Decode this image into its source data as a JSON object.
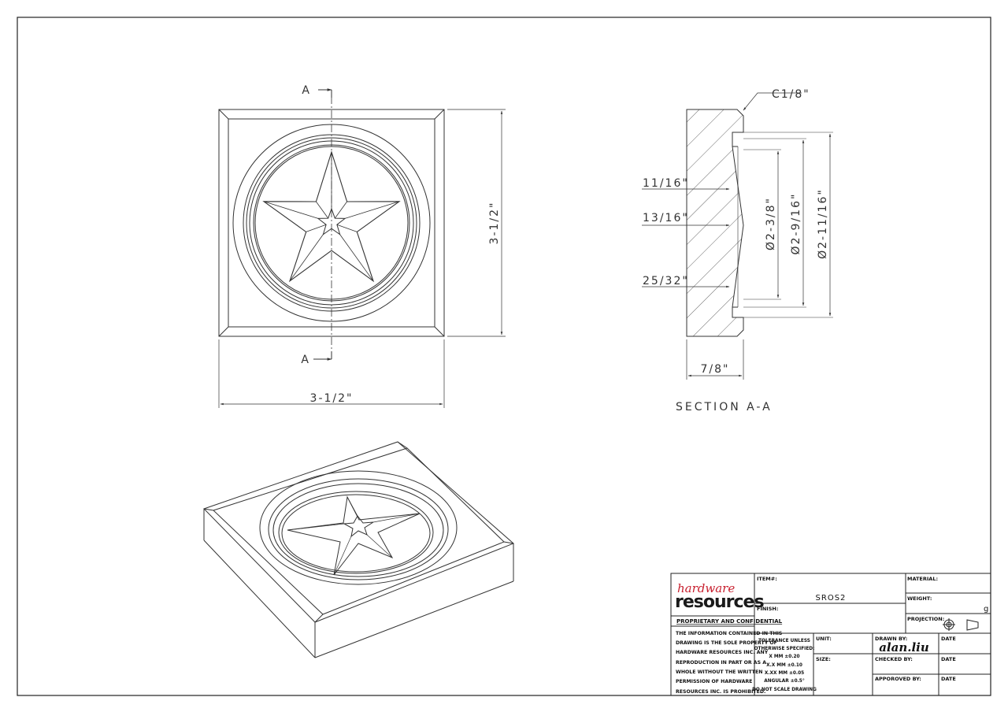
{
  "views": {
    "front": {
      "section_marker_top": "A",
      "section_marker_bottom": "A",
      "width_dim": "3-1/2\"",
      "height_dim": "3-1/2\""
    },
    "section": {
      "title": "SECTION  A-A",
      "chamfer": "C1/8\"",
      "dim_11_16": "11/16\"",
      "dim_13_16": "13/16\"",
      "dim_25_32": "25/32\"",
      "dia_inner": "Ø2-3/8\"",
      "dia_mid": "Ø2-9/16\"",
      "dia_outer": "Ø2-11/16\"",
      "thickness": "7/8\""
    }
  },
  "title_block": {
    "logo_top": "hardware",
    "logo_bottom": "resources",
    "proprietary_heading": "PROPRIETARY AND CONFIDENTIAL",
    "proprietary_lines": [
      "THE INFORMATION CONTAINED IN THIS",
      "DRAWING IS THE SOLE PROPERTY OF",
      "HARDWARE RESOURCES INC.  ANY",
      "REPRODUCTION IN PART OR AS A",
      "WHOLE  WITHOUT THE WRITTEN",
      "PERMISSION OF HARDWARE",
      "RESOURCES INC. IS PROHIBITED."
    ],
    "item_label": "ITEM#:",
    "item_value": "SROS2",
    "finish_label": "FINISH:",
    "material_label": "MATERIAL:",
    "weight_label": "WEIGHT:",
    "weight_unit": "g",
    "projection_label": "PROJECTION:",
    "tolerance_lines": [
      "TOLERANCE UNLESS",
      "OTHERWISE SPECIFIED:",
      "X   MM   ±0.20",
      "X.X  MM   ±0.10",
      "X.XX  MM   ±0.05",
      "ANGULAR   ±0.5°",
      "DO NOT SCALE DRAWING"
    ],
    "unit_label": "UNIT:",
    "size_label": "SIZE:",
    "drawn_by_label": "DRAWN BY:",
    "drawn_by_signature": "alan.liu",
    "checked_by_label": "CHECKED BY:",
    "approved_by_label": "APPOROVED BY:",
    "date_label": "DATE"
  },
  "colors": {
    "line": "#222222",
    "logo_red": "#c8202f",
    "logo_black": "#1a1a1a"
  }
}
